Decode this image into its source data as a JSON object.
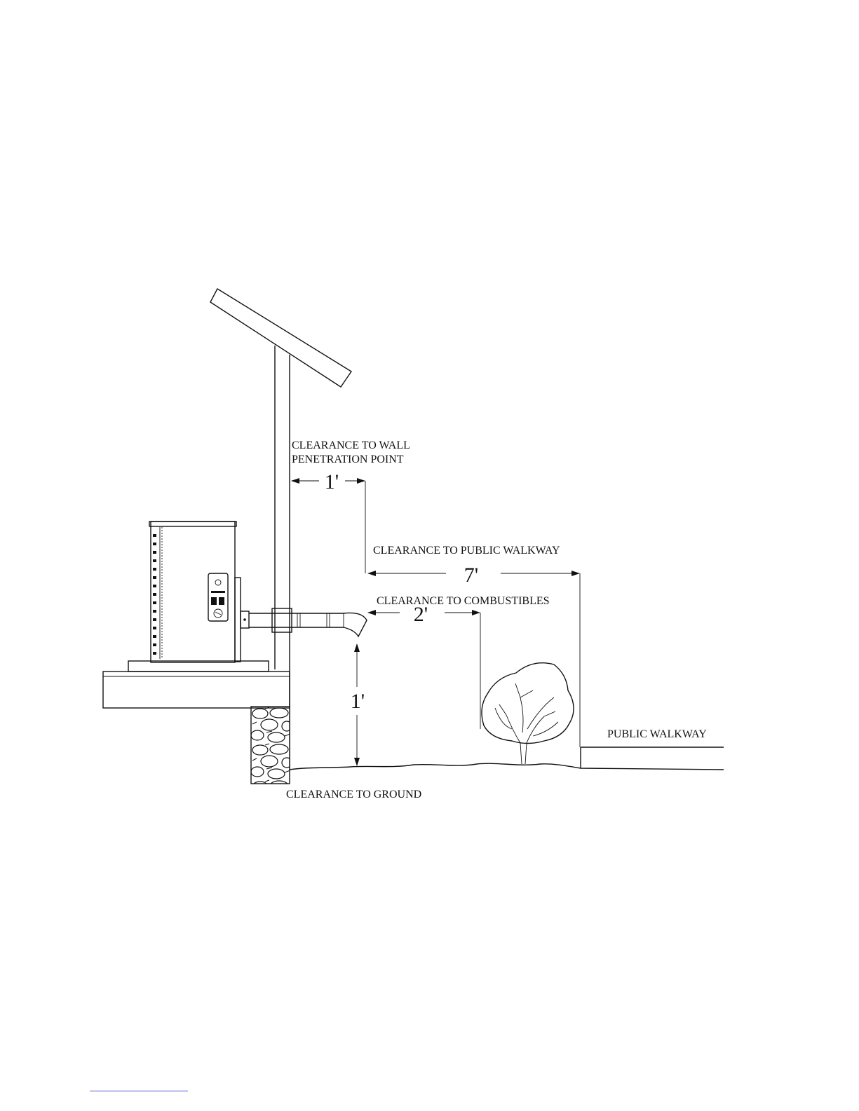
{
  "labels": {
    "wall_clearance_line1": "CLEARANCE TO WALL",
    "wall_clearance_line2": "PENETRATION POINT",
    "public_walkway_clearance": "CLEARANCE TO PUBLIC WALKWAY",
    "combustibles_clearance": "CLEARANCE TO COMBUSTIBLES",
    "public_walkway": "PUBLIC WALKWAY",
    "ground_clearance": "CLEARANCE TO GROUND"
  },
  "dimensions": {
    "wall_penetration": "1'",
    "public_walkway": "7'",
    "combustibles": "2'",
    "ground": "1'"
  }
}
